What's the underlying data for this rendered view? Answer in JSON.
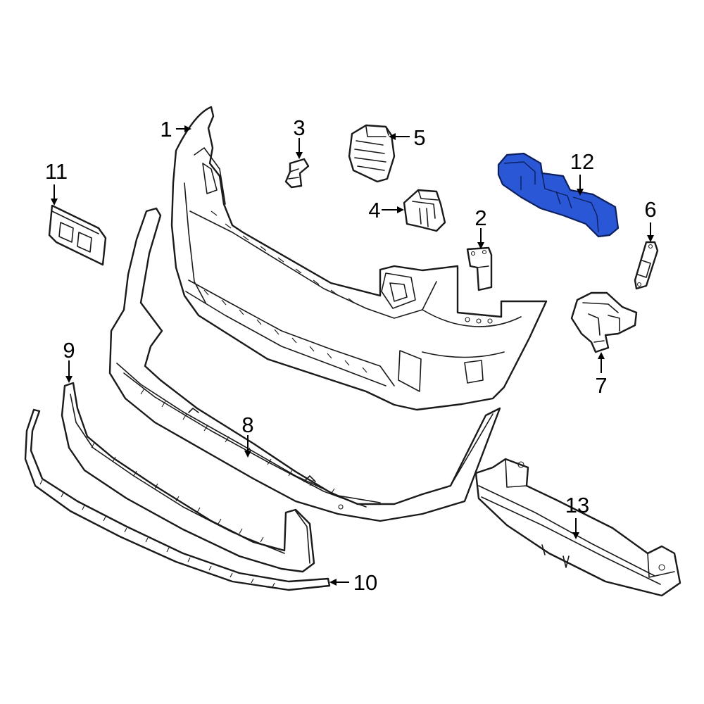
{
  "diagram": {
    "highlight_color": "#2a57d6",
    "line_color": "#1a1a1a",
    "background": "#ffffff",
    "callouts": {
      "c1": "1",
      "c2": "2",
      "c3": "3",
      "c4": "4",
      "c5": "5",
      "c6": "6",
      "c7": "7",
      "c8": "8",
      "c9": "9",
      "c10": "10",
      "c11": "11",
      "c12": "12",
      "c13": "13"
    },
    "highlighted_part": "12"
  }
}
